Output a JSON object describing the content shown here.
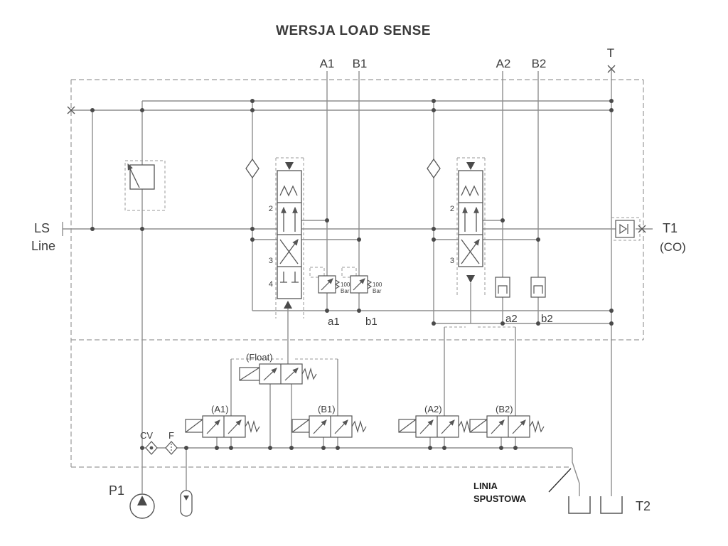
{
  "title": "WERSJA LOAD SENSE",
  "ports": {
    "a1_work": "A1",
    "b1_work": "B1",
    "a2_work": "A2",
    "b2_work": "B2",
    "tank": "T",
    "tank2": "T2",
    "t1": "T1",
    "t1_note": "(CO)",
    "ls": "LS",
    "ls_word": "Line",
    "pump": "P1",
    "check_valve": "CV",
    "filter": "F"
  },
  "pilot_ports": {
    "a1": "a1",
    "b1": "b1",
    "a2": "a2",
    "b2": "b2"
  },
  "solenoid_valves": {
    "float": "(Float)",
    "a1": "(A1)",
    "b1": "(B1)",
    "a2": "(A2)",
    "b2": "(B2)"
  },
  "relief_left": {
    "line1": "100",
    "line2": "Bar"
  },
  "relief_right": {
    "line1": "100",
    "line2": "Bar"
  },
  "spool1": {
    "pos2": "2",
    "pos3": "3",
    "pos4": "4"
  },
  "spool2": {
    "pos2": "2",
    "pos3": "3"
  },
  "annotations": {
    "drain1": "LINIA",
    "drain2": "SPUSTOWA"
  },
  "colors": {
    "line": "#8e8e8e",
    "component": "#565656",
    "text": "#3d3d3d"
  }
}
